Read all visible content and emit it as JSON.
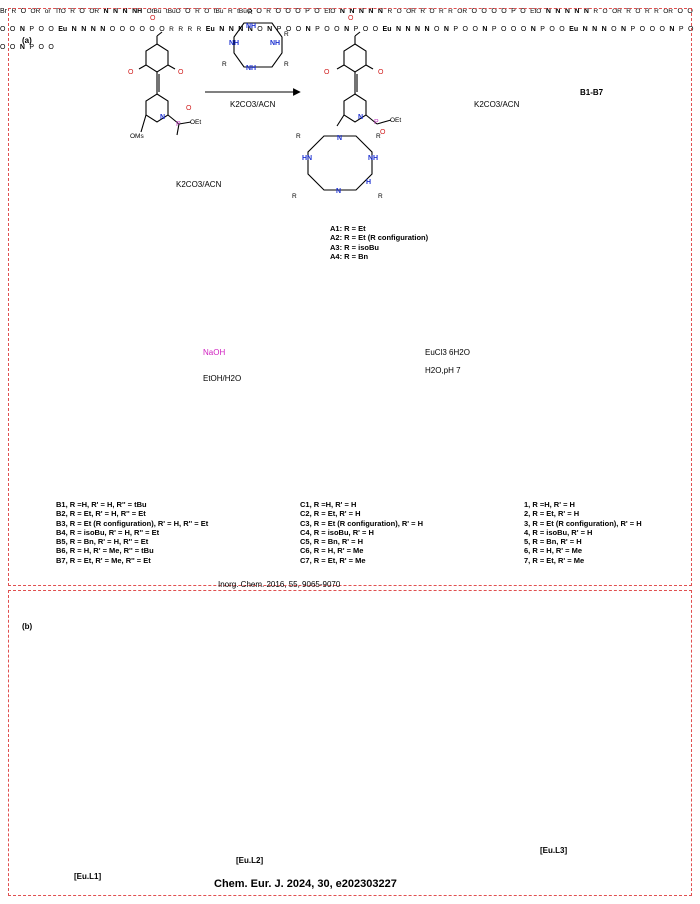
{
  "panel_a": {
    "label": "(a)",
    "reagent_1": "K2CO3/ACN",
    "reagent_2": "K2CO3/ACN",
    "reagent_3": "K2CO3/ACN",
    "reagent_or": "or",
    "arrow_product_b": "B1-B7",
    "reagent_naoh": "NaOH",
    "reagent_etoh": "EtOH/H2O",
    "reagent_eucl": "EuCl3 6H2O",
    "reagent_ph": "H2O,pH 7",
    "a_list": [
      "A1: R = Et",
      "A2: R = Et (R configuration)",
      "A3: R = isoBu",
      "A4: R = Bn"
    ],
    "b_list": [
      "B1, R =H, R' = H, R'' = tBu",
      "B2, R = Et, R' = H, R'' = Et",
      "B3, R = Et (R configuration), R' = H, R'' = Et",
      "B4, R = isoBu, R' = H, R'' = Et",
      "B5, R = Bn, R' = H, R'' = Et",
      "B6, R = H, R' = Me, R'' = tBu",
      "B7, R = Et, R' = Me, R'' = Et"
    ],
    "c_list": [
      "C1, R =H, R' = H",
      "C2, R = Et, R' = H",
      "C3, R = Et (R configuration), R' = H",
      "C4, R = isoBu, R' = H",
      "C5, R = Bn, R' = H",
      "C6, R = H, R' = Me",
      "C7, R = Et, R' = Me"
    ],
    "p_list": [
      "1, R =H, R' = H",
      "2, R = Et, R' = H",
      "3, R = Et (R configuration), R' = H",
      "4, R = isoBu, R' = H",
      "5, R = Bn, R' = H",
      "6, R = H, R' = Me",
      "7, R = Et, R' = Me"
    ],
    "citation": "Inorg. Chem. 2016, 55, 9065-9070"
  },
  "panel_b": {
    "label": "(b)",
    "complex_1": "[Eu.L1]",
    "complex_2": "[Eu.L2]",
    "complex_3": "[Eu.L3]",
    "citation": "Chem. Eur. J. 2024, 30, e202303227"
  },
  "atoms": {
    "n": "N",
    "o": "O",
    "p": "P",
    "eu": "Eu",
    "nh": "NH",
    "hn": "HN",
    "r": "R",
    "oms": "OMs",
    "oet": "OEt",
    "eto": "EtO",
    "br": "Br",
    "tfo": "TfO",
    "or2": "ORII",
    "ri": "RI",
    "otbu": "OtBu",
    "tbuo": "tBuO",
    "ro": "RIIO",
    "orii": "ORIII"
  }
}
